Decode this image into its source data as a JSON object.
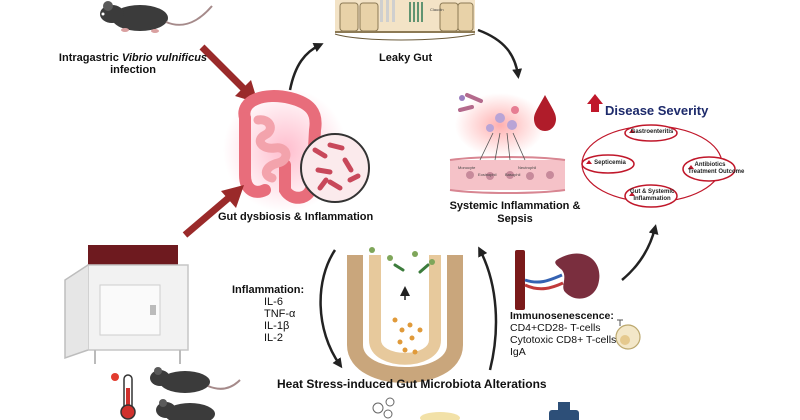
{
  "labels": {
    "infection_line1_a": "Intragastric ",
    "infection_line1_b": "Vibrio vulnificus",
    "infection_line2": "infection",
    "leaky_gut": "Leaky Gut",
    "gut_dysbiosis": "Gut dysbiosis & Inflammation",
    "systemic_line1": "Systemic Inflammation &",
    "systemic_line2": "Sepsis",
    "heat_stress": "Heat Stress-induced Gut Microbiota Alterations"
  },
  "inflammation": {
    "title": "Inflammation:",
    "items": [
      "IL-6",
      "TNF-α",
      "IL-1β",
      "IL-2"
    ]
  },
  "immunosenescence": {
    "title": "Immunosenescence:",
    "items": [
      "CD4+CD28- T-cells",
      "Cytotoxic CD8+ T-cells",
      "IgA"
    ]
  },
  "disease_severity": {
    "title": "Disease Severity",
    "outcomes": [
      {
        "line1": "Gastroenteritis",
        "line2": ""
      },
      {
        "line1": "Septicemia",
        "line2": ""
      },
      {
        "line1": "Antibiotics",
        "line2": "Treatment Outcome"
      },
      {
        "line1": "Gut & Systemic",
        "line2": "Inflammation"
      }
    ]
  },
  "cell_labels": {
    "monocyte": "Monocyte",
    "neutrophil": "Neutrophil",
    "eosinophil": "Eosinophil",
    "basophil": "Basophil",
    "claudin": "Claudin"
  },
  "colors": {
    "arrow_red": "#9a2a2a",
    "arrow_black": "#222222",
    "gut_pink": "#f08a92",
    "severity_red": "#c0172a",
    "severity_title": "#1d2a6b",
    "chamber_top": "#6e1a1f"
  },
  "icons": [
    "mouse-icon",
    "thermometer-icon",
    "heat-chamber-icon",
    "intestine-icon",
    "blood-drop-icon",
    "kidney-icon",
    "cell-icon",
    "bottle-icon"
  ]
}
